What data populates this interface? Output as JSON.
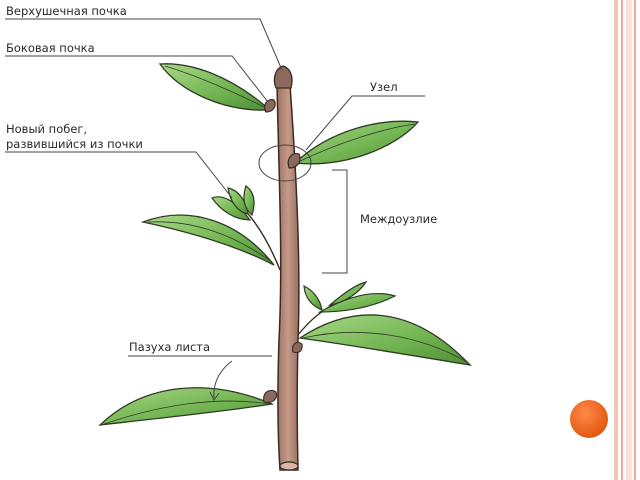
{
  "labels": {
    "apical_bud": "Верхушечная почка",
    "lateral_bud": "Боковая почка",
    "new_shoot_line1": "Новый побег,",
    "new_shoot_line2": "развившийся из почки",
    "node": "Узел",
    "internode": "Междоузлие",
    "leaf_axil": "Пазуха листа"
  },
  "colors": {
    "stem": "#b58a79",
    "stem_outline": "#3a2a22",
    "leaf": "#6fb24f",
    "leaf_light": "#9fd07a",
    "bud": "#8a6a5c",
    "accent_orange": "#f07a2e",
    "stripe_pink": "#f4b7a5"
  },
  "icons": {
    "decoration": "orange-circle-icon"
  }
}
